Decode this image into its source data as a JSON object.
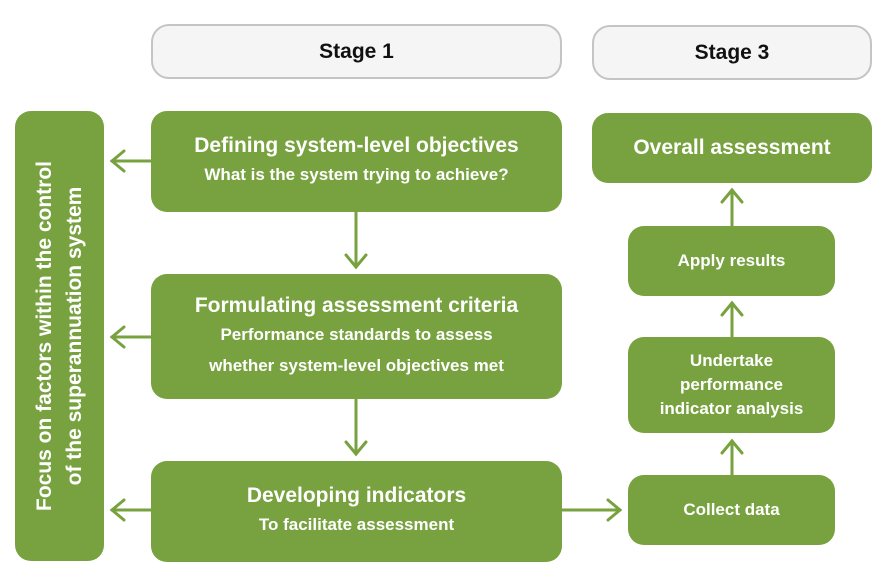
{
  "stages": {
    "stage1": "Stage 1",
    "stage3": "Stage 3"
  },
  "side_panel": {
    "line1": "Focus on factors within the control",
    "line2": "of the superannuation system"
  },
  "stage1_boxes": [
    {
      "title": "Defining system-level objectives",
      "sub": [
        "What is the system trying to achieve?"
      ]
    },
    {
      "title": "Formulating assessment criteria",
      "sub": [
        "Performance standards to assess",
        "whether system-level objectives met"
      ]
    },
    {
      "title": "Developing indicators",
      "sub": [
        "To facilitate assessment"
      ]
    }
  ],
  "stage3_boxes": {
    "overall": "Overall assessment",
    "apply": "Apply results",
    "undertake": [
      "Undertake",
      "performance",
      "indicator analysis"
    ],
    "collect": "Collect data"
  },
  "colors": {
    "box_green": "#77a23f",
    "stage_header_bg": "#f5f5f5",
    "stage_header_border": "#c4c4c4"
  }
}
